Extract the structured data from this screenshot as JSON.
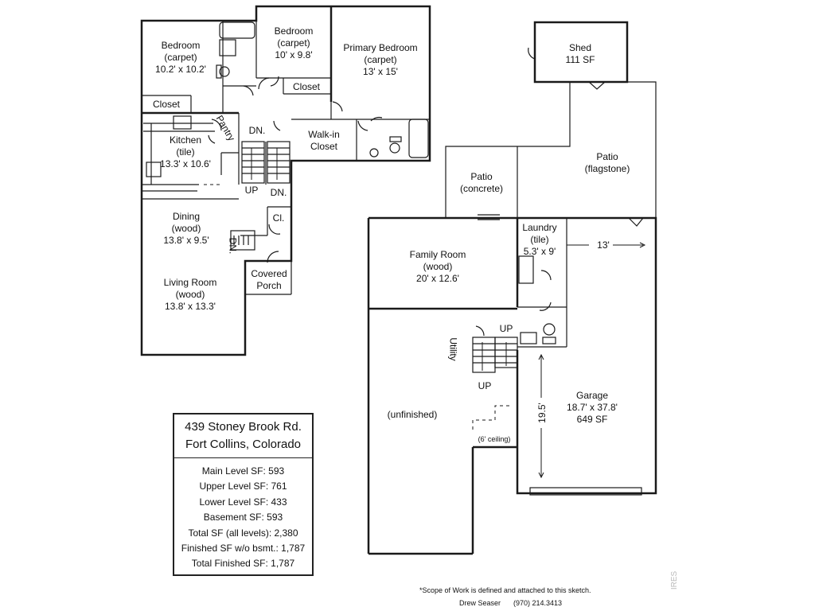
{
  "rooms": {
    "bedroom_left": {
      "name": "Bedroom",
      "floor": "(carpet)",
      "size": "10.2' x 10.2'"
    },
    "bedroom_mid": {
      "name": "Bedroom",
      "floor": "(carpet)",
      "size": "10' x 9.8'"
    },
    "primary_bedroom": {
      "name": "Primary Bedroom",
      "floor": "(carpet)",
      "size": "13' x 15'"
    },
    "closet_left": "Closet",
    "closet_mid": "Closet",
    "walkin_closet": {
      "line1": "Walk-in",
      "line2": "Closet"
    },
    "pantry": "Pantry",
    "kitchen": {
      "name": "Kitchen",
      "floor": "(tile)",
      "size": "13.3' x 10.6'"
    },
    "dining": {
      "name": "Dining",
      "floor": "(wood)",
      "size": "13.8' x 9.5'"
    },
    "living_room": {
      "name": "Living Room",
      "floor": "(wood)",
      "size": "13.8' x 13.3'"
    },
    "closet_small": "Cl.",
    "covered_porch": {
      "line1": "Covered",
      "line2": "Porch"
    },
    "shed": {
      "name": "Shed",
      "size": "111 SF"
    },
    "patio_flagstone": {
      "name": "Patio",
      "floor": "(flagstone)"
    },
    "patio_concrete": {
      "name": "Patio",
      "floor": "(concrete)"
    },
    "laundry": {
      "name": "Laundry",
      "floor": "(tile)",
      "size": "5.3' x 9'"
    },
    "family_room": {
      "name": "Family Room",
      "floor": "(wood)",
      "size": "20' x 12.6'"
    },
    "utility": "Utility",
    "unfinished": "(unfinished)",
    "ceiling_note": "(6' ceiling)",
    "garage": {
      "name": "Garage",
      "size": "18.7' x 37.8'",
      "area": "649 SF"
    }
  },
  "stairs": {
    "dn_top": "DN.",
    "up_left": "UP",
    "dn_right": "DN.",
    "dn_side": "DN.",
    "up_family": "UP",
    "up_basement": "UP"
  },
  "dimensions": {
    "garage_width": "13'",
    "garage_depth": "19.5'"
  },
  "info": {
    "address_line1": "439 Stoney Brook Rd.",
    "address_line2": "Fort Collins, Colorado",
    "stats": [
      "Main Level SF: 593",
      "Upper Level SF: 761",
      "Lower Level SF: 433",
      "Basement SF: 593",
      "Total SF (all levels): 2,380",
      "Finished SF w/o bsmt.: 1,787",
      "Total Finished SF: 1,787"
    ]
  },
  "footer": {
    "scope_note": "*Scope of Work is defined and attached to this sketch.",
    "author": "Drew Seaser",
    "phone": "(970) 214.3413",
    "watermark": "IRES"
  }
}
